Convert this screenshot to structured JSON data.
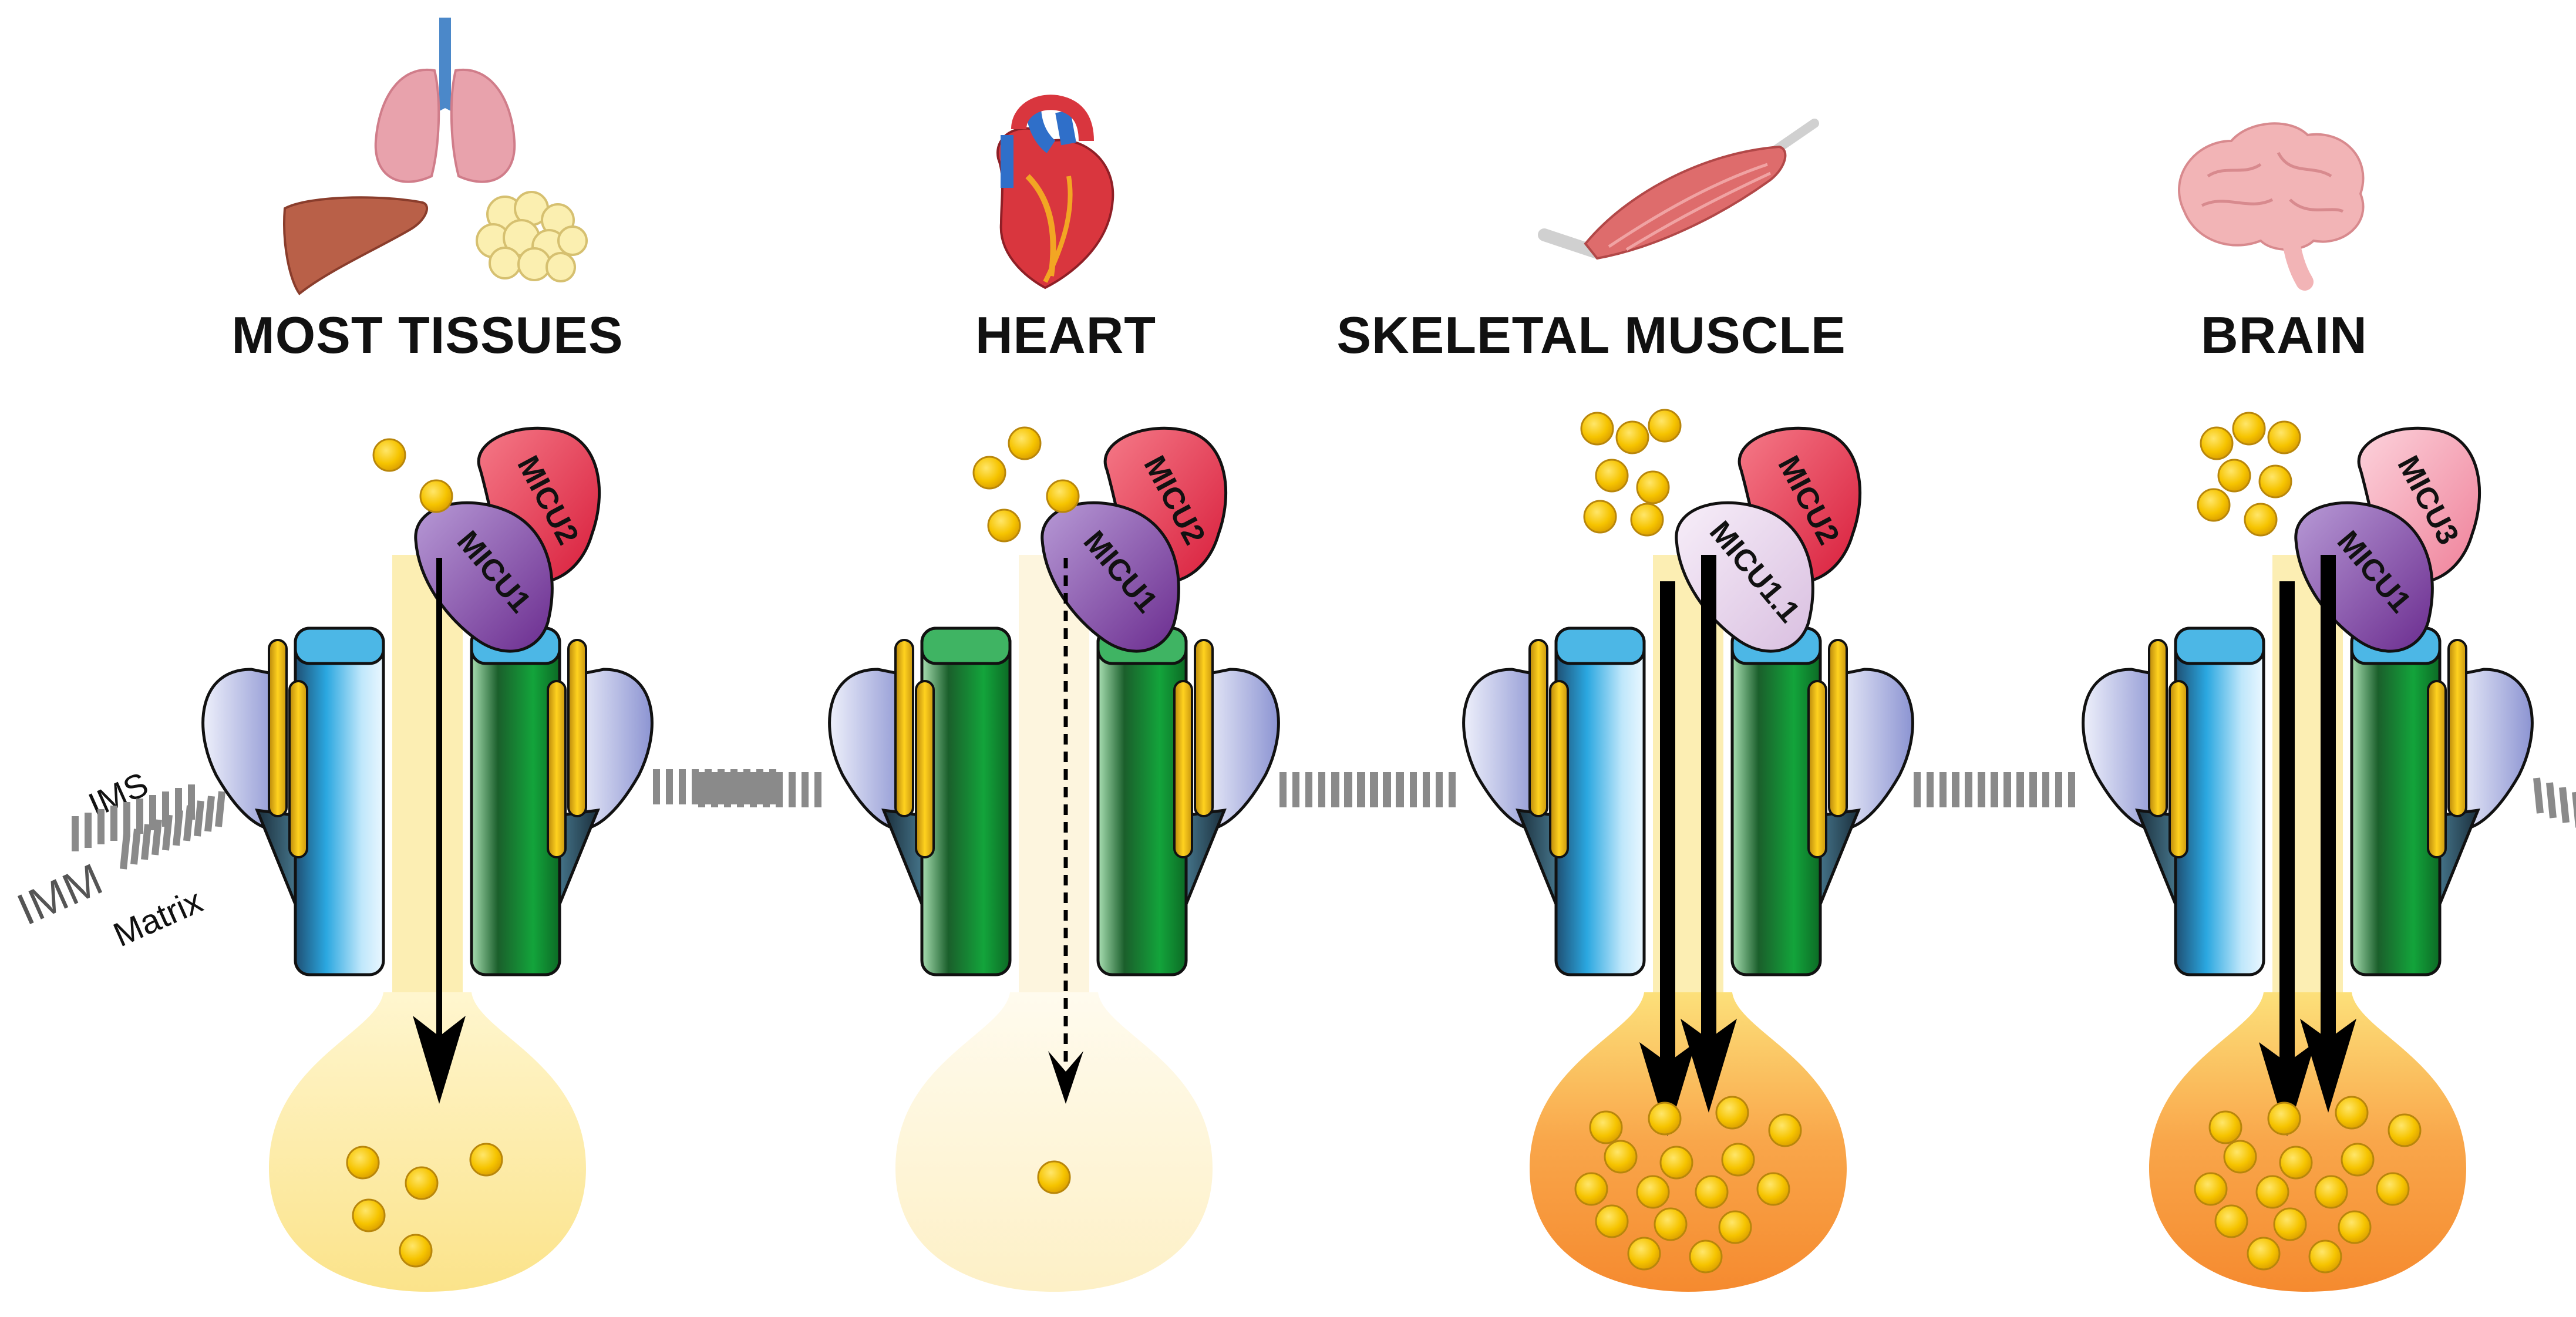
{
  "panels": [
    {
      "title": "MOST TISSUES",
      "icon": "organs-icon",
      "regulators": [
        "MICU2",
        "MICU1"
      ],
      "flux": "normal",
      "matrix_ions": 5,
      "colors": {
        "bulb": "#fbe38a",
        "top_regulator": "#e8364a",
        "bottom_regulator": "#8d4fb5"
      }
    },
    {
      "title": "HEART",
      "icon": "heart-icon",
      "regulators": [
        "MICU2",
        "MICU1"
      ],
      "flux": "low",
      "matrix_ions": 1,
      "colors": {
        "bulb": "#fdf3cf",
        "top_regulator": "#e8364a",
        "bottom_regulator": "#8d4fb5"
      }
    },
    {
      "title": "SKELETAL MUSCLE",
      "icon": "muscle-icon",
      "regulators": [
        "MICU2",
        "MICU1.1"
      ],
      "flux": "high",
      "matrix_ions": 16,
      "colors": {
        "bulb": "#f78a33",
        "top_regulator": "#e8364a",
        "bottom_regulator": "#ead6ee"
      }
    },
    {
      "title": "BRAIN",
      "icon": "brain-icon",
      "regulators": [
        "MICU3",
        "MICU1"
      ],
      "flux": "high",
      "matrix_ions": 16,
      "colors": {
        "bulb": "#f78a33",
        "top_regulator": "#f6a7ba",
        "bottom_regulator": "#8d4fb5"
      }
    }
  ],
  "membrane_labels": {
    "ims": "IMS",
    "imm": "IMM",
    "matrix": "Matrix"
  },
  "colors": {
    "calcium_ion": "#f6c400",
    "blue_pore": "#2aa7e0",
    "green_pore": "#13a43b",
    "emre": "#f4c21a",
    "accessory": "#9ea6dc",
    "membrane": "#8a8a8a"
  }
}
